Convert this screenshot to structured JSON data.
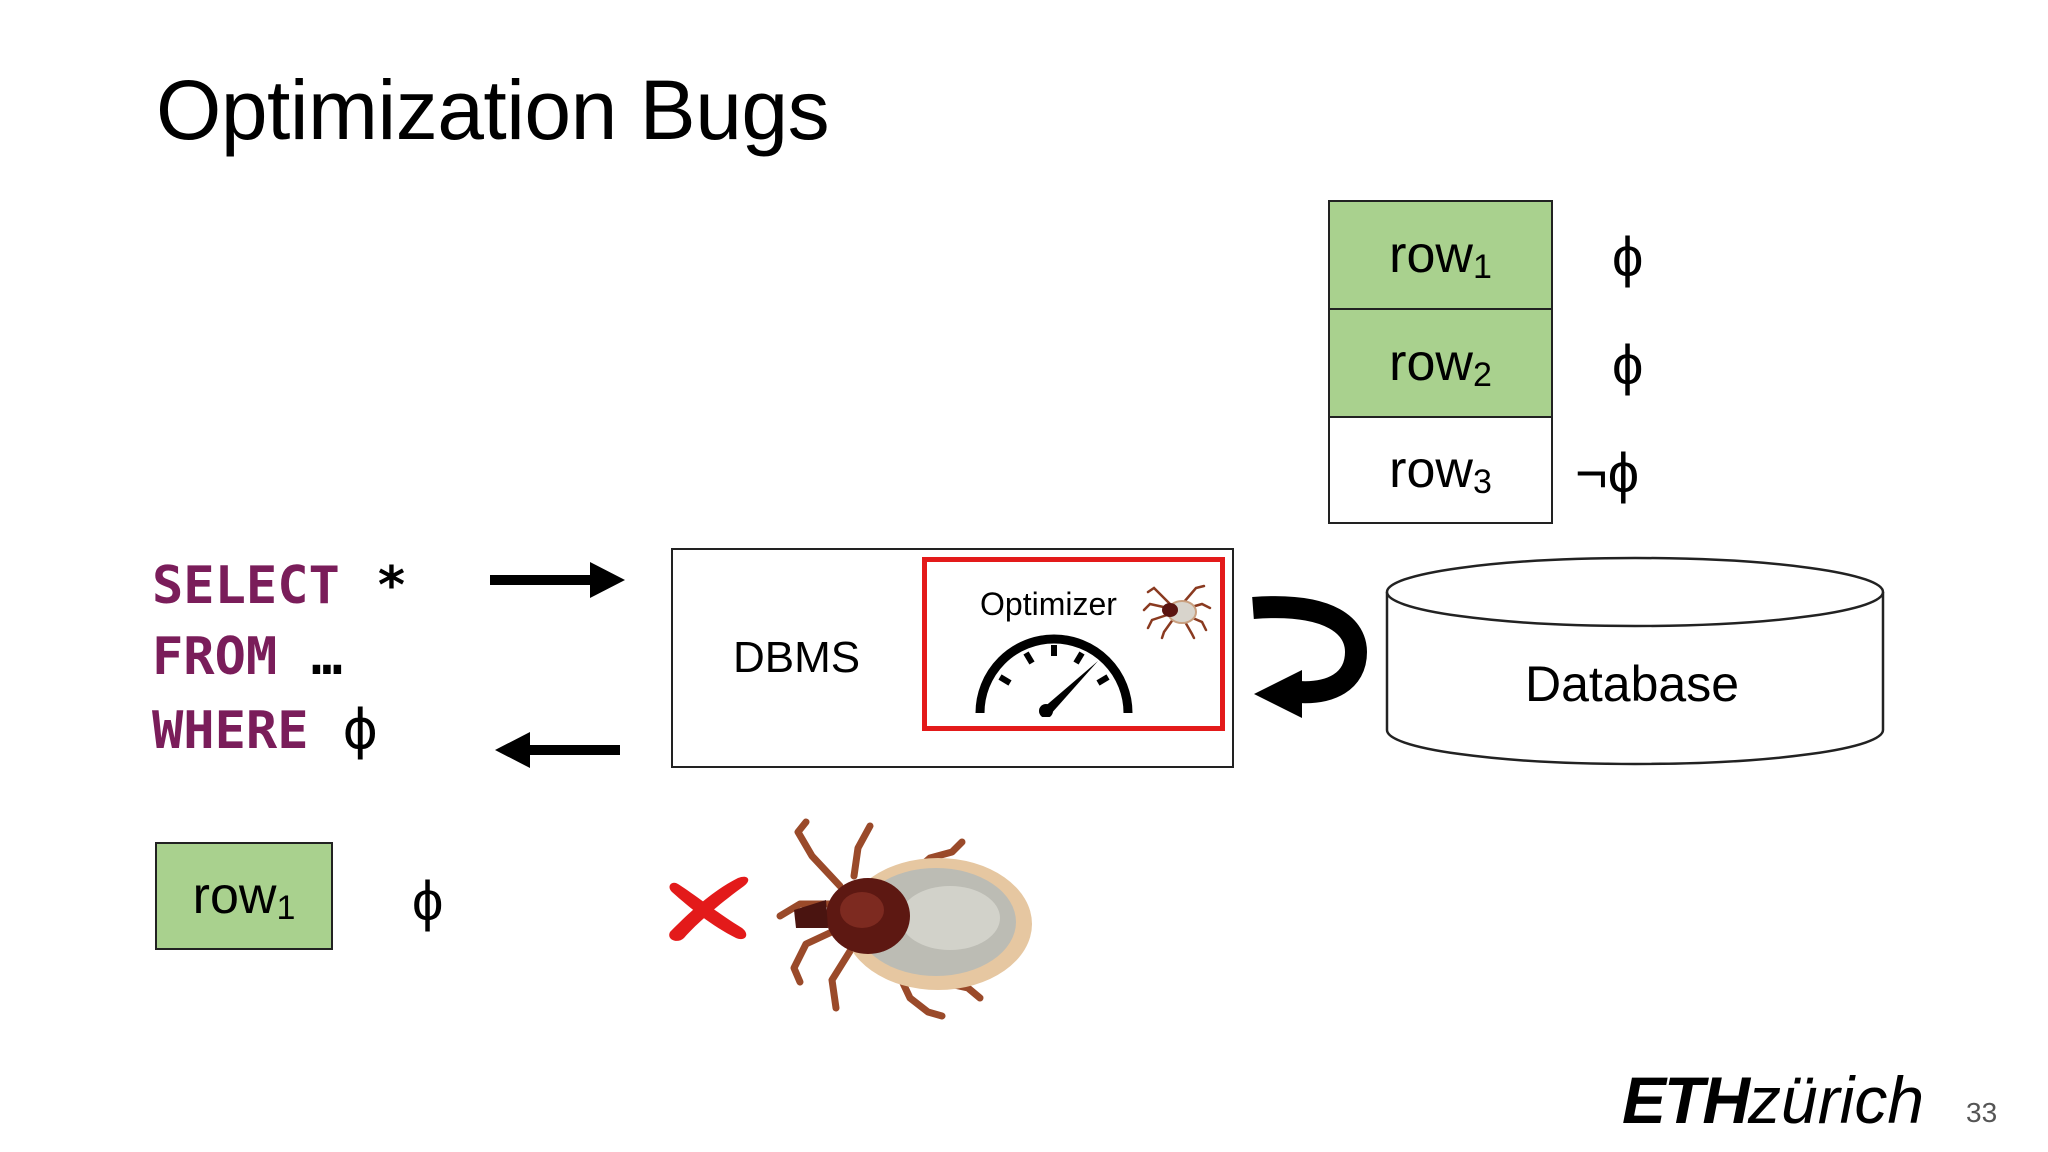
{
  "slide": {
    "title": "Optimization Bugs",
    "page_number": "33",
    "logo": {
      "bold": "ETH",
      "light": "zürich"
    }
  },
  "table": {
    "rows": [
      {
        "label": "row",
        "sub": "1",
        "condition": "ϕ",
        "color": "#a9d18e"
      },
      {
        "label": "row",
        "sub": "2",
        "condition": "ϕ",
        "color": "#a9d18e"
      },
      {
        "label": "row",
        "sub": "3",
        "condition": "¬ϕ",
        "color": "#ffffff"
      }
    ]
  },
  "query": {
    "line1_kw": "SELECT",
    "line1_rest": "*",
    "line2_kw": "FROM",
    "line2_rest": "…",
    "line3_kw": "WHERE",
    "line3_rest": "ϕ"
  },
  "result": {
    "label": "row",
    "sub": "1",
    "condition": "ϕ"
  },
  "dbms": {
    "label": "DBMS",
    "optimizer_label": "Optimizer"
  },
  "database": {
    "label": "Database"
  },
  "colors": {
    "keyword": "#7a1d5a",
    "highlight_green": "#a9d18e",
    "optimizer_border": "#e31a1a",
    "x_mark": "#e31a1a"
  },
  "icons": [
    "speedometer-icon",
    "tick-icon",
    "curved-arrow-icon",
    "x-mark-icon"
  ]
}
